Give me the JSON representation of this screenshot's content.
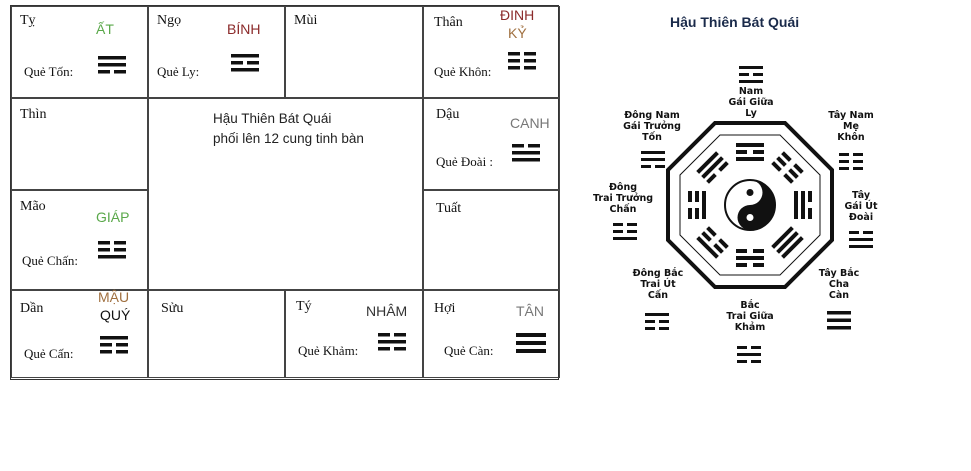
{
  "grid": {
    "cells": {
      "ty": {
        "branch": "Tỵ",
        "stem": "ẤT",
        "stem_color": "#5aa84a",
        "que": "Quẻ Tốn:",
        "trigram": "Ton"
      },
      "ngo": {
        "branch": "Ngọ",
        "stem": "BÍNH",
        "stem_color": "#8b2a2a",
        "que": "Quẻ Ly:",
        "trigram": "Ly"
      },
      "mui": {
        "branch": "Mùi"
      },
      "than": {
        "branch": "Thân",
        "stem": "ĐINH",
        "stem2": "KỶ",
        "stem_color": "#8b2a2a",
        "stem2_color": "#a07040",
        "que": "Quẻ Khôn:",
        "trigram": "Khon"
      },
      "thin": {
        "branch": "Thìn"
      },
      "dau": {
        "branch": "Dậu",
        "stem": "CANH",
        "stem_color": "#777777",
        "que": "Quẻ Đoài :",
        "trigram": "Doai"
      },
      "mao": {
        "branch": "Mão",
        "stem": "GIÁP",
        "stem_color": "#5aa84a",
        "que": "Quẻ Chấn:",
        "trigram": "Chan"
      },
      "tuat": {
        "branch": "Tuất"
      },
      "dan": {
        "branch": "Dần",
        "stem": "MẬU",
        "stem2": "QUÝ",
        "stem_color": "#a07040",
        "stem2_color": "#111111",
        "que": "Quẻ Cấn:",
        "trigram": "Can_"
      },
      "suu": {
        "branch": "Sửu"
      },
      "ty_water": {
        "branch": "Tý",
        "stem": "NHÂM",
        "stem_color": "#333333",
        "que": "Quẻ Khảm:",
        "trigram": "Kham"
      },
      "hoi": {
        "branch": "Hợi",
        "stem": "TÂN",
        "stem_color": "#777777",
        "que": "Quẻ Càn:",
        "trigram": "Can"
      }
    },
    "center": {
      "line1": "Hậu Thiên Bát Quái",
      "line2": "phối lên 12 cung tinh bàn"
    }
  },
  "bagua": {
    "title": "Hậu Thiên Bát Quái",
    "labels": {
      "south": [
        "Nam",
        "Gái Giữa",
        "Ly"
      ],
      "southwest": [
        "Tây Nam",
        "Mẹ",
        "Khôn"
      ],
      "west": [
        "Tây",
        "Gái Út",
        "Đoài"
      ],
      "northwest": [
        "Tây Bắc",
        "Cha",
        "Càn"
      ],
      "north": [
        "Bắc",
        "Trai Giữa",
        "Khảm"
      ],
      "northeast": [
        "Đông Bắc",
        "Trai Út",
        "Cấn"
      ],
      "east": [
        "Đông",
        "Trai Trưởng",
        "Chấn"
      ],
      "southeast": [
        "Đông Nam",
        "Gái Trưởng",
        "Tốn"
      ]
    }
  }
}
